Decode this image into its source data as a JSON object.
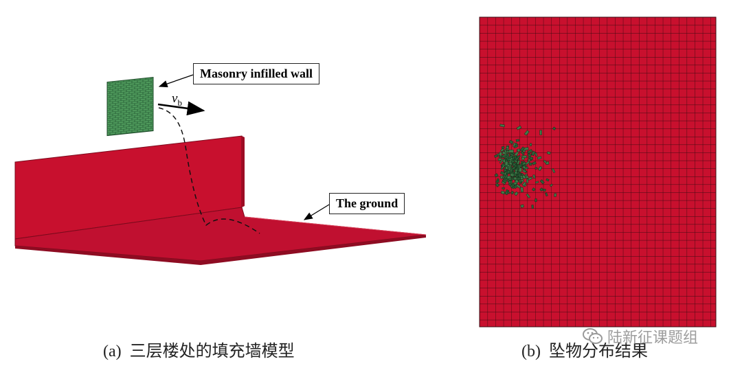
{
  "panel_a": {
    "callout_wall": "Masonry infilled wall",
    "callout_ground": "The ground",
    "velocity_symbol": "v",
    "velocity_subscript": "b",
    "caption_tag": "(a)",
    "caption_text": "三层楼处的填充墙模型"
  },
  "panel_b": {
    "caption_tag": "(b)",
    "caption_text": "坠物分布结果"
  },
  "watermark": {
    "text": "陆新征课题组",
    "icon": "wechat-icon"
  },
  "colors": {
    "ground_red": "#c8102e",
    "ground_dark": "#8e0c22",
    "brick_green": "#2f6b3e",
    "grid_line": "#3a0a10"
  }
}
